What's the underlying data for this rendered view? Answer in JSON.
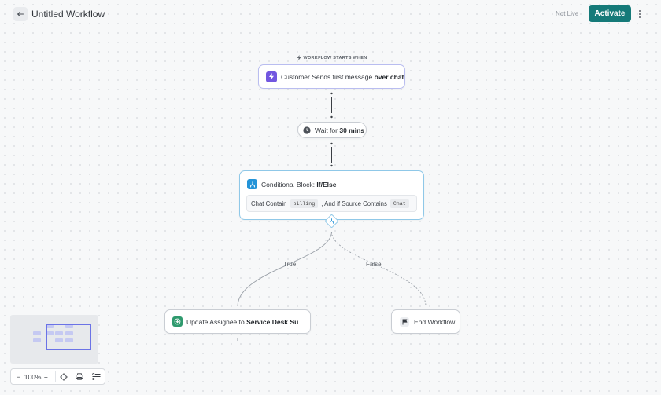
{
  "header": {
    "title": "Untitled Workflow",
    "status": "Not Live",
    "activate_label": "Activate"
  },
  "trigger": {
    "caption": "WORKFLOW STARTS WHEN",
    "text": "Customer Sends first message",
    "emphasis": "over chat"
  },
  "wait": {
    "text": "Wait for",
    "emphasis": "30 mins"
  },
  "condition": {
    "title": "Conditional Block:",
    "emphasis": "If/Else",
    "rule_prefix": "Chat Contain",
    "rule_value_1": "billing",
    "rule_middle": ", And if Source Contains",
    "rule_value_2": "Chat"
  },
  "branches": {
    "true_label": "True",
    "false_label": "False"
  },
  "update_node": {
    "text": "Update Assignee to",
    "emphasis": "Service Desk Supp..."
  },
  "end_node": {
    "text": "End Workflow"
  },
  "controls": {
    "zoom_out": "−",
    "zoom_level": "100%",
    "zoom_in": "+"
  },
  "colors": {
    "accent": "#157a79",
    "trigger": "#7257e0",
    "condition": "#2494d8",
    "update": "#2f9a6e"
  }
}
